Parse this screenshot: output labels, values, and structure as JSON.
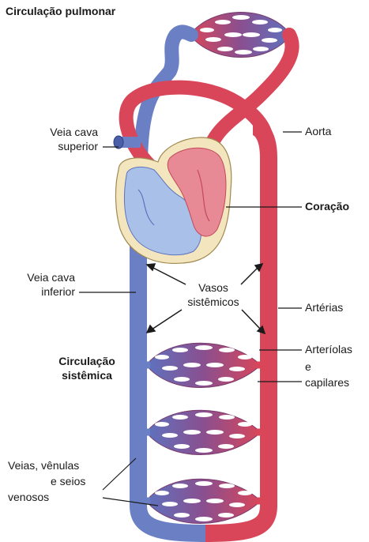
{
  "title": "Circulação pulmonar",
  "labels": {
    "vena_cava_sup_1": "Veia cava",
    "vena_cava_sup_2": "superior",
    "aorta": "Aorta",
    "heart": "Coração",
    "vena_cava_inf_1": "Veia cava",
    "vena_cava_inf_2": "inferior",
    "vessels_1": "Vasos",
    "vessels_2": "sistêmicos",
    "arteries": "Artérias",
    "systemic_1": "Circulação",
    "systemic_2": "sistêmica",
    "arterioles_1": "Arteríolas",
    "arterioles_2": "e",
    "arterioles_3": "capilares",
    "veins_1": "Veias, vênulas",
    "veins_2": "e seios",
    "veins_3": "venosos"
  },
  "colors": {
    "venous": "#6b7fc4",
    "arterial": "#d9465a",
    "mixed": "#8a4f8f",
    "heart_outline": "#f3e6bf",
    "heart_right": "#a9c1e8",
    "heart_left": "#e88a96",
    "line": "#1a1a1a"
  }
}
